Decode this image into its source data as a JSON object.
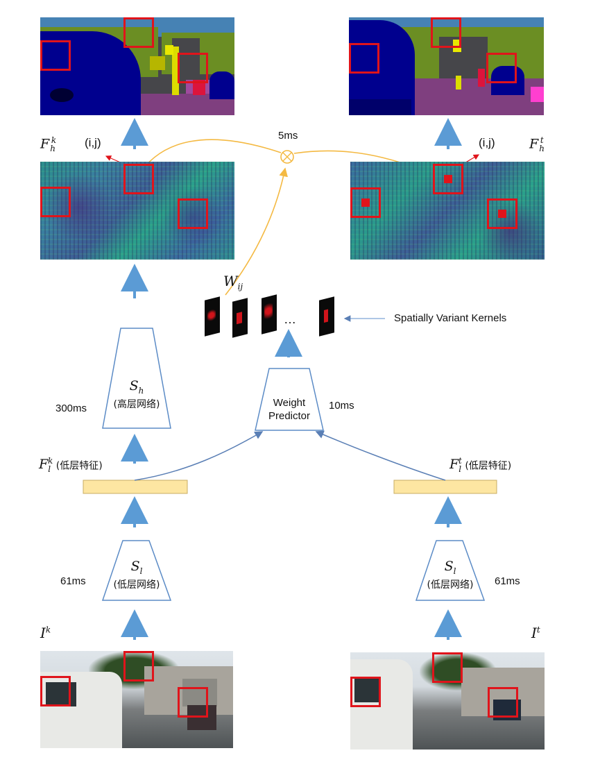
{
  "labels": {
    "fh_k": {
      "base": "F",
      "sub": "h",
      "sup": "k"
    },
    "fh_t": {
      "base": "F",
      "sub": "h",
      "sup": "t"
    },
    "fl_k": {
      "base": "F",
      "sub": "l",
      "sup": "k",
      "cn": "(低层特征)"
    },
    "fl_t": {
      "base": "F",
      "sub": "l",
      "sup": "t",
      "cn": "(低层特征)"
    },
    "i_k": {
      "base": "I",
      "sup": "k"
    },
    "i_t": {
      "base": "I",
      "sup": "t"
    },
    "w_ij": {
      "base": "W",
      "sub": "ij"
    },
    "ij_left": "(i,j)",
    "ij_right": "(i,j)"
  },
  "timings": {
    "combine": "5ms",
    "sh": "300ms",
    "weight_predictor": "10ms",
    "sl_left": "61ms",
    "sl_right": "61ms"
  },
  "blocks": {
    "sh": {
      "sym": "S",
      "sub": "h",
      "cn": "(高层网络)"
    },
    "sl_left": {
      "sym": "S",
      "sub": "l",
      "cn": "(低层网络)"
    },
    "sl_right": {
      "sym": "S",
      "sub": "l",
      "cn": "(低层网络)"
    },
    "weight_predictor": {
      "line1": "Weight",
      "line2": "Predictor"
    }
  },
  "kernels": {
    "ellipsis": "…",
    "caption": "Spatially Variant Kernels"
  },
  "colors": {
    "arrow_blue": "#5b9bd5",
    "connector_blue": "#5a7fb5",
    "warp_yellow": "#f4b942",
    "box_red": "#e0141b",
    "feature_bar": "#fde6a2"
  }
}
